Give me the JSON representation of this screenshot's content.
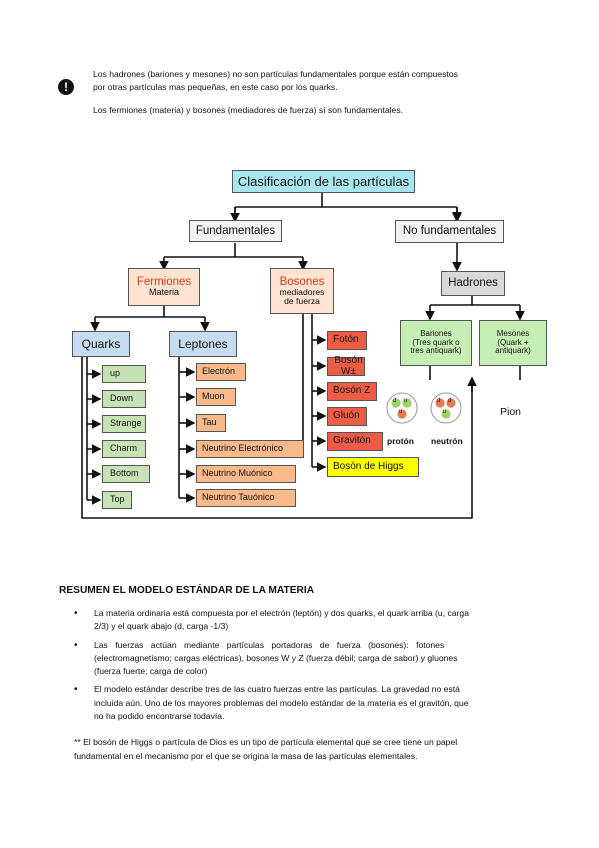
{
  "note": {
    "line1": "Los hadrones (bariones y mesones) no son partículas fundamentales porque están compuestos",
    "line2": "por otras partículas mas pequeñas, en este caso por los quarks.",
    "line3": "Los fermiones (materia) y bosones (mediadores de fuerza) sí son fundamentales."
  },
  "diagram": {
    "title": "Clasificación de las partículas",
    "fundamentales": "Fundamentales",
    "no_fundamentales": "No fundamentales",
    "fermiones": "Fermiones",
    "fermiones_sub": "Materia",
    "bosones": "Bosones",
    "bosones_sub1": "mediadores",
    "bosones_sub2": "de fuerza",
    "hadrones": "Hadrones",
    "bariones1": "Bariones",
    "bariones2": "(Tres quark o",
    "bariones3": "tres antiquark)",
    "mesones1": "Mesones",
    "mesones2": "(Quark +",
    "mesones3": "antiquark)",
    "quarks": "Quarks",
    "leptones": "Leptones",
    "quark_items": [
      "up",
      "Down",
      "Strange",
      "Charm",
      "Bottom",
      "Top"
    ],
    "lepton_items": [
      "Electrón",
      "Muon",
      "Tau",
      "Neutrino Electrónico",
      "Neutrino Muónico",
      "Neutrino Tauónico"
    ],
    "boson_items": [
      "Fotón",
      "Bosón W±",
      "Bosón Z",
      "Gluón",
      "Gravitón"
    ],
    "higgs": "Bosón de Higgs",
    "proton": "protón",
    "neutron": "neutrón",
    "pion": "Pion",
    "quark_u": "u",
    "quark_d": "d"
  },
  "summary": {
    "heading": "RESUMEN EL MODELO ESTÁNDAR DE LA MATERIA",
    "b1a": "La materia ordinaria está compuesta por el electrón (leptón) y dos quarks, el quark arriba (u, carga",
    "b1b": "2/3) y el quark abajo (d, carga -1/3)",
    "b2a": "Las fuerzas actúan mediante partículas portadoras de fuerza (bosones): fotones",
    "b2b": "(electromagnetismo; cargas eléctricas), bosones W y Z (fuerza débil; carga de sabor) y gluones",
    "b2c": "(fuerza fuerte; carga de color)",
    "b3a": "El modelo estándar describe tres de las cuatro fuerzas entre las partículas. La gravedad no está",
    "b3b": "incluida aún. Uno de los mayores problemas del modelo estándar de la materia es el gravitón, que",
    "b3c": "no ha podido encontrarse todavía.",
    "footnote1": "** El bosón de Higgs o partícula de Dios es un tipo de partícula elemental que se cree tiene un papel",
    "footnote2": "fundamental en el mecanismo por el que se origina la masa de las partículas elementales."
  },
  "colors": {
    "title_bg": "#a9e6f0",
    "fermion_bg": "#fde3d0",
    "fermion_text": "#d23a1e",
    "hadron_bg": "#d9d9d9",
    "group_bg": "#c6dcf0",
    "quark_item_bg": "#c7e3b6",
    "lepton_item_bg": "#f9b98a",
    "boson_item_bg": "#ef5c45",
    "higgs_bg": "#ffff00",
    "baryon_bg": "#c6efb6"
  }
}
